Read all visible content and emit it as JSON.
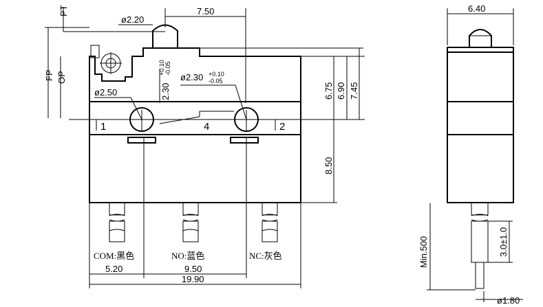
{
  "drawing": {
    "front": {
      "top_dims": {
        "plunger_dia": "ø2.20",
        "plunger_pos": "7.50"
      },
      "left_dims": {
        "pt": "PT",
        "fp": "FP",
        "op": "OP"
      },
      "hole_left": {
        "dia": "ø2.50",
        "offset": "2.30",
        "tol_plus": "+0.10",
        "tol_minus": "-0.05"
      },
      "hole_right": {
        "dia": "ø2.30",
        "tol_plus": "+0.10",
        "tol_minus": "-0.05"
      },
      "right_dims": [
        "6.75",
        "6.90",
        "7.45",
        "8.50"
      ],
      "terminal_numbers": [
        "1",
        "4",
        "2"
      ],
      "pins": [
        "COM:黑色",
        "NO:蓝色",
        "NC:灰色"
      ],
      "bottom_dims": {
        "com_to_no": "5.20",
        "no_to_nc": "9.50",
        "overall": "19.90"
      }
    },
    "side": {
      "width": "6.40",
      "pin_length": "Min.500",
      "pin_stub": "3.0±1.0",
      "pin_dia": "ø1.80"
    }
  }
}
